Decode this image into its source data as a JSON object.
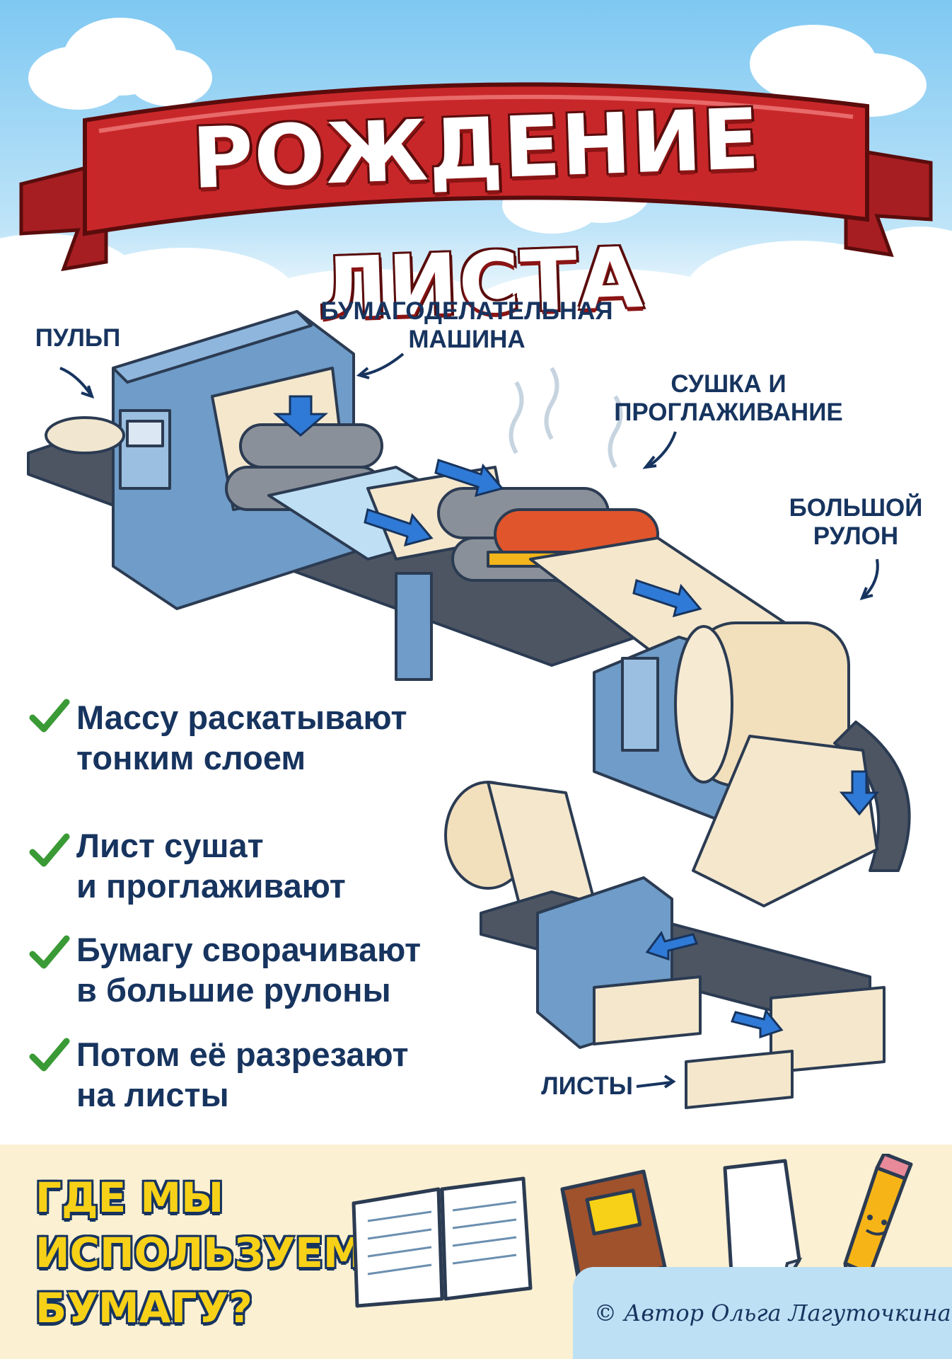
{
  "title": "РОЖДЕНИЕ ЛИСТА",
  "labels": {
    "pulp": "ПУЛЬП",
    "machine_line1": "БУМАГОДЕЛАТЕЛЬНАЯ",
    "machine_line2": "МАШИНА",
    "dry_line1": "СУШКА И",
    "dry_line2": "ПРОГЛАЖИВАНИЕ",
    "roll_line1": "БОЛЬШОЙ",
    "roll_line2": "РУЛОН",
    "sheets": "ЛИСТЫ"
  },
  "steps": [
    {
      "line1": "Массу раскатывают",
      "line2": "тонким слоем"
    },
    {
      "line1": "Лист сушат",
      "line2": "и проглаживают"
    },
    {
      "line1": "Бумагу сворачивают",
      "line2": "в большие рулоны"
    },
    {
      "line1": "Потом её разрезают",
      "line2": "на листы"
    }
  ],
  "footer": {
    "question_line1": "ГДЕ МЫ",
    "question_line2": "ИСПОЛЬЗУЕМ",
    "question_line3": "БУМАГУ?",
    "credit": "© Автор Ольга Лагуточкина"
  },
  "icons": [
    "check-icon",
    "notebook-icon",
    "book-icon",
    "paper-sheet-icon",
    "pencil-icon"
  ],
  "colors": {
    "navy": "#17345f",
    "ribbon_red": "#c8272a",
    "check_green": "#3a9a35",
    "footer_yellow": "#f7d117"
  }
}
